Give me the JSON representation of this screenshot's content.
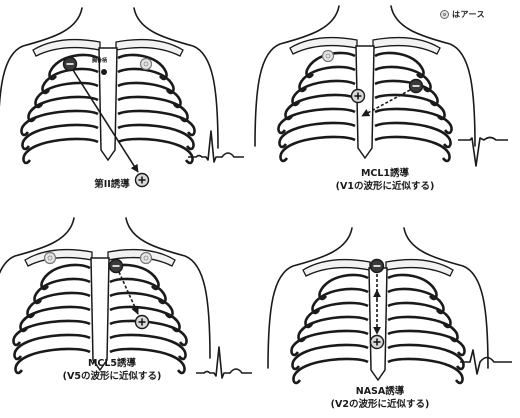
{
  "legend": {
    "ground_icon": "ground-electrode-icon",
    "text": "はアース"
  },
  "panels": [
    {
      "id": "lead-ii",
      "caption_lines": [
        "第II誘導"
      ],
      "sternum_label": "胸骨柄",
      "ecg_shape": "positive-r"
    },
    {
      "id": "mcl1",
      "caption_lines": [
        "MCL1誘導",
        "(V1の波形に近似する)"
      ],
      "ecg_shape": "negative-qs"
    },
    {
      "id": "mcl5",
      "caption_lines": [
        "MCL5誘導",
        "(V5の波形に近似する)"
      ],
      "ecg_shape": "positive-r"
    },
    {
      "id": "nasa",
      "caption_lines": [
        "NASA誘導",
        "(V2の波形に近似する)"
      ],
      "ecg_shape": "rs-biphasic"
    }
  ],
  "colors": {
    "ink": "#1a1a1a",
    "bone": "#f2f2f2",
    "ground": "#e6e6e6",
    "electrode": "#d9d9d9"
  }
}
